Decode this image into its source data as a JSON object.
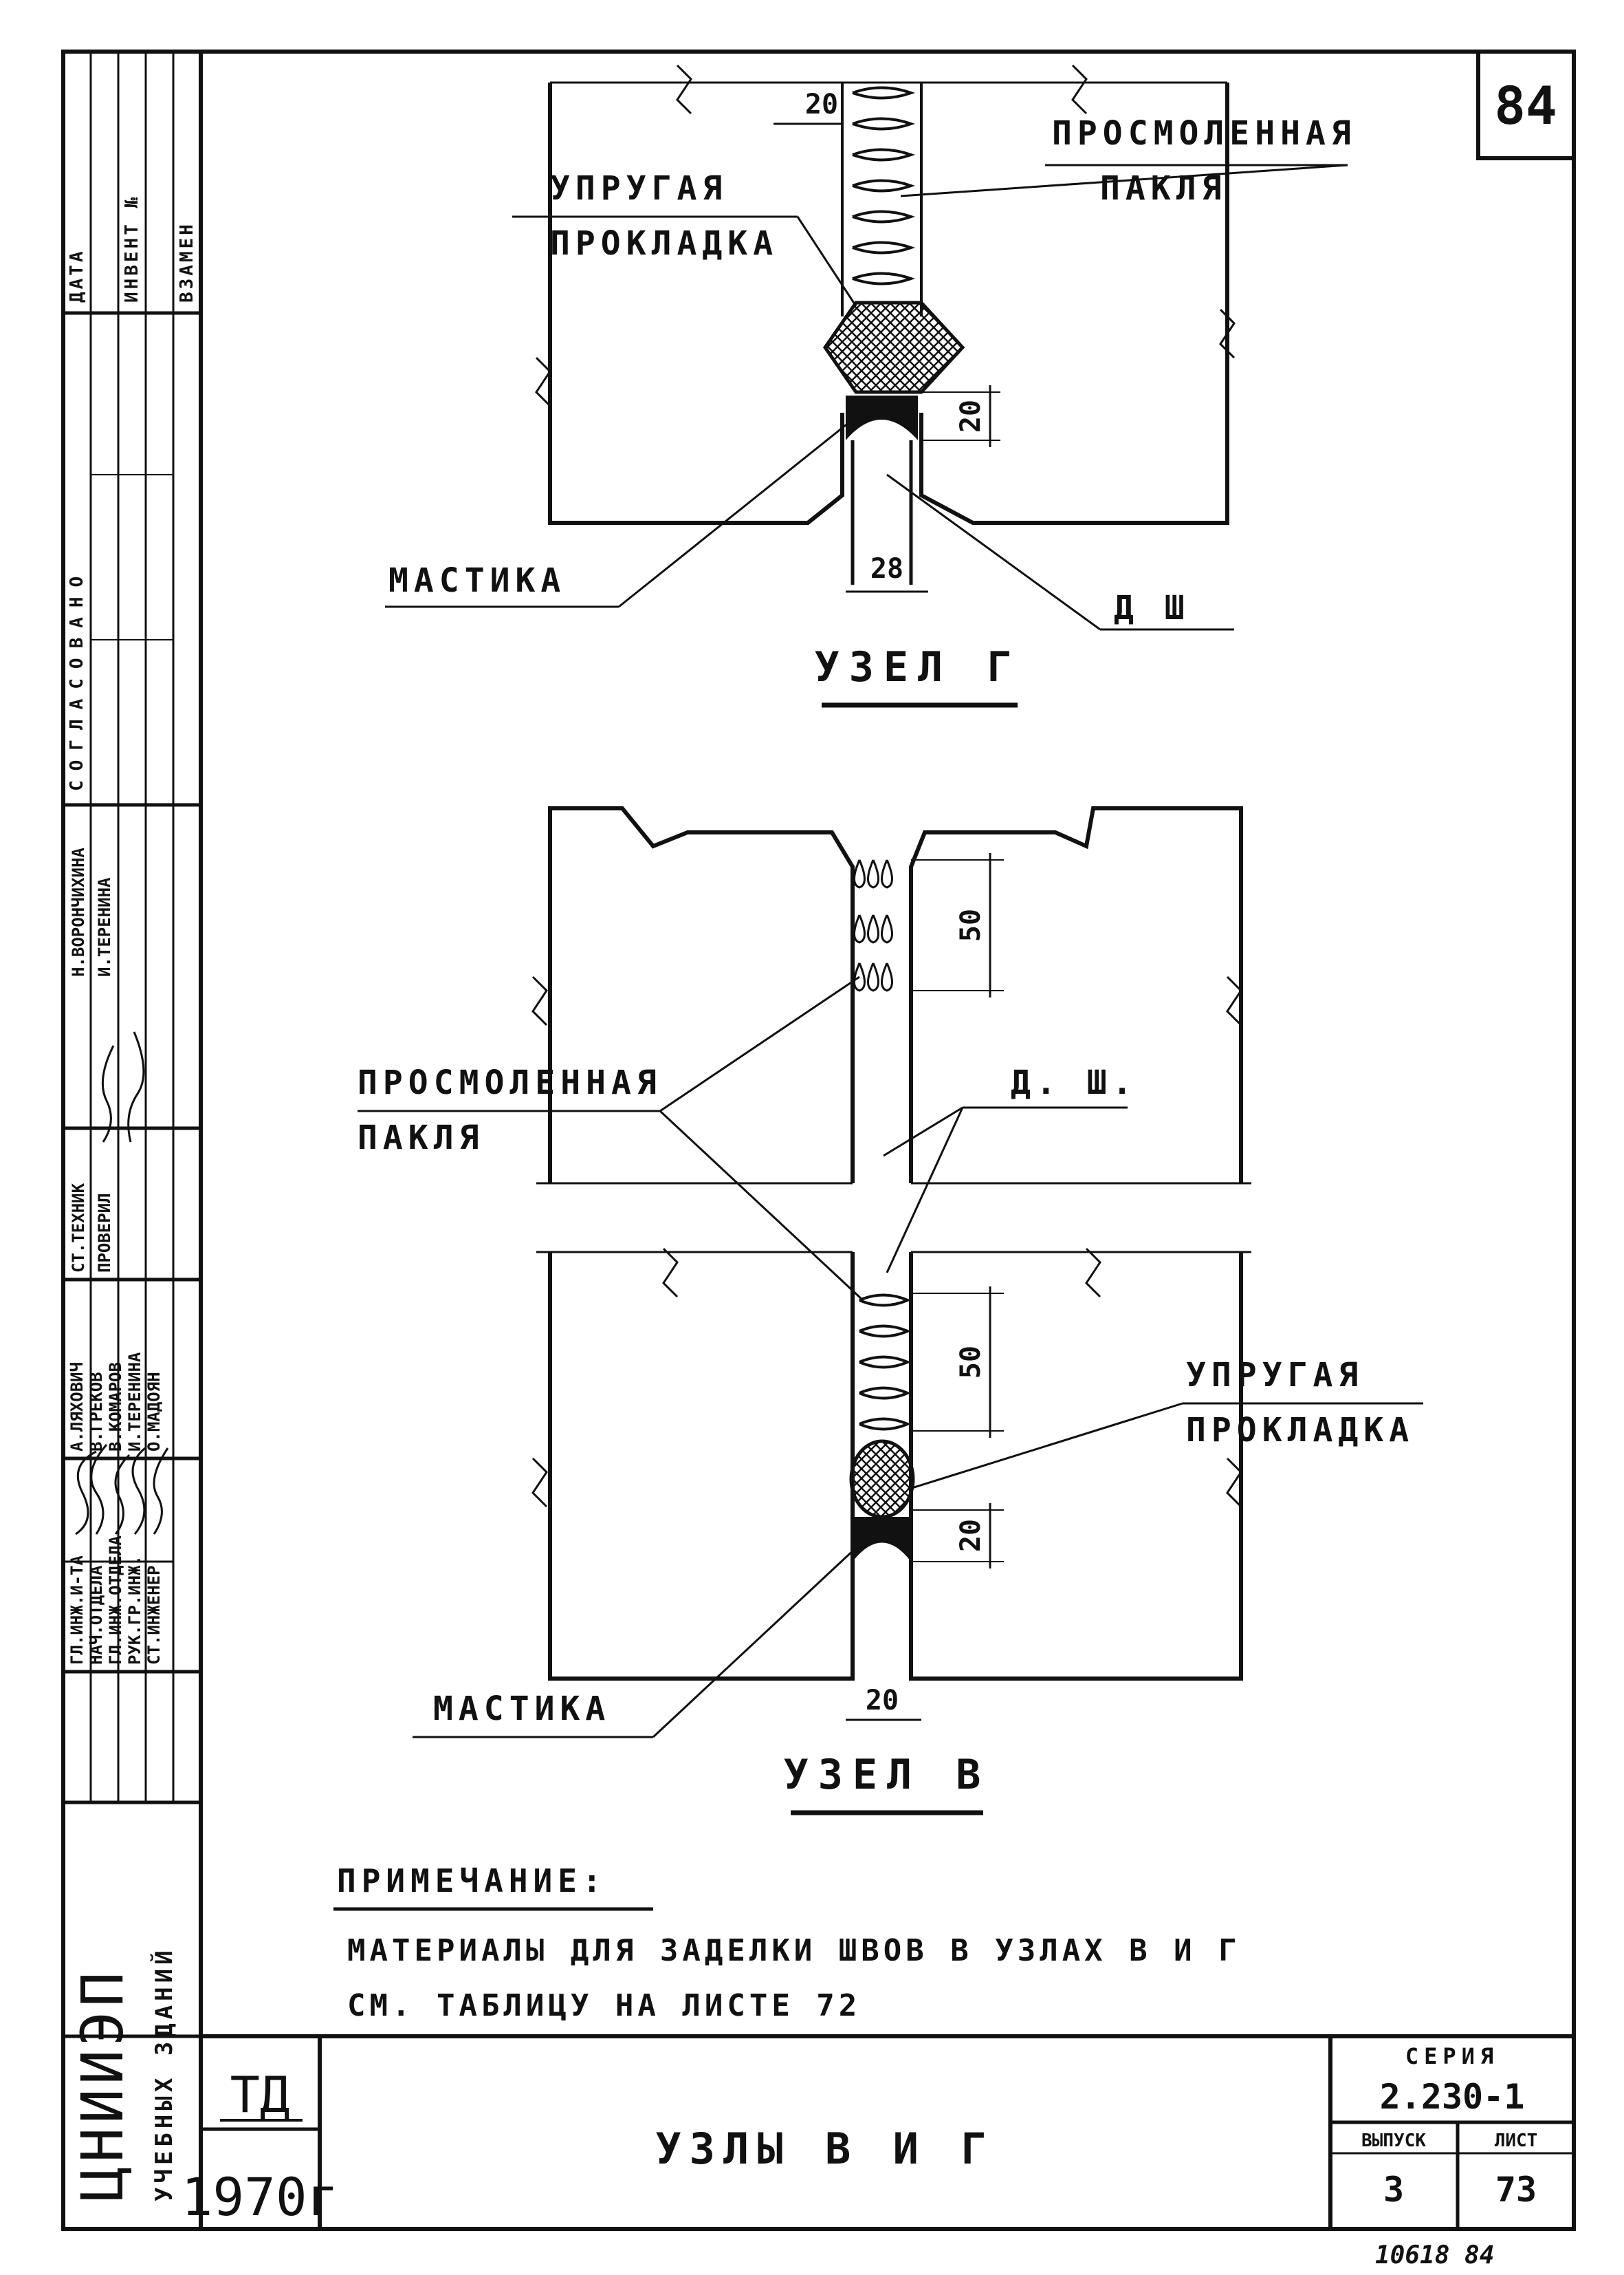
{
  "sheet": {
    "page_number": "84",
    "footer_note": "10618  84"
  },
  "detail_g": {
    "title": "УЗЕЛ Г",
    "labels": {
      "tarred_tow": [
        "ПРОСМОЛЕННАЯ",
        "ПАКЛЯ"
      ],
      "elastic_pad": [
        "УПРУГАЯ",
        "ПРОКЛАДКА"
      ],
      "mastic": "МАСТИКА",
      "gap": "Д Ш"
    },
    "dims": {
      "top_width": "20",
      "pad_height": "20",
      "bottom_width": "28"
    }
  },
  "detail_v": {
    "title": "УЗЕЛ В",
    "labels": {
      "tarred_tow": [
        "ПРОСМОЛЕННАЯ",
        "ПАКЛЯ"
      ],
      "gap": "Д. Ш.",
      "elastic_pad": [
        "УПРУГАЯ",
        "ПРОКЛАДКА"
      ],
      "mastic": "МАСТИКА"
    },
    "dims": {
      "upper_tow": "50",
      "lower_tow": "50",
      "pad_height": "20",
      "bottom_width": "20"
    }
  },
  "note": {
    "heading": "ПРИМЕЧАНИЕ:",
    "line1": "МАТЕРИАЛЫ ДЛЯ ЗАДЕЛКИ ШВОВ В УЗЛАХ В И Г",
    "line2": "СМ. ТАБЛИЦУ НА ЛИСТЕ 72"
  },
  "title_block": {
    "org_name": "ЦНИИЭП",
    "org_sub": "УЧЕБНЫХ ЗДАНИЙ",
    "code": "ТД",
    "year": "1970г",
    "drawing_title": "УЗЛЫ В И Г",
    "series_label": "СЕРИЯ",
    "series_value": "2.230-1",
    "issue_label": "ВЫПУСК",
    "issue_value": "3",
    "sheet_label": "ЛИСТ",
    "sheet_value": "73"
  },
  "side_stamp": {
    "headers": [
      "ДАТА",
      "ИНВЕНТ №",
      "ВЗАМЕН"
    ],
    "agreed": "СОГЛАСОВАНО",
    "roles": [
      "ГЛ.ИНЖ.И-ТА",
      "НАЧ.ОТДЕЛА",
      "ГЛ.ИНЖ.ОТДЕЛА",
      "РУК.ГР.ИНЖ.",
      "СТ.ИНЖЕНЕР"
    ],
    "names": [
      "А.ЛЯХОВИЧ",
      "В.ГРЕКОВ",
      "В.КОМАРОВ",
      "И.ТЕРЕНИНА",
      "О.МАДОЯН"
    ],
    "tech_role": "СТ.ТЕХНИК",
    "check_role": "ПРОВЕРИЛ",
    "tech_name": "Н.ВОРОНЧИХИНА",
    "check_name": "И.ТЕРЕНИНА"
  }
}
